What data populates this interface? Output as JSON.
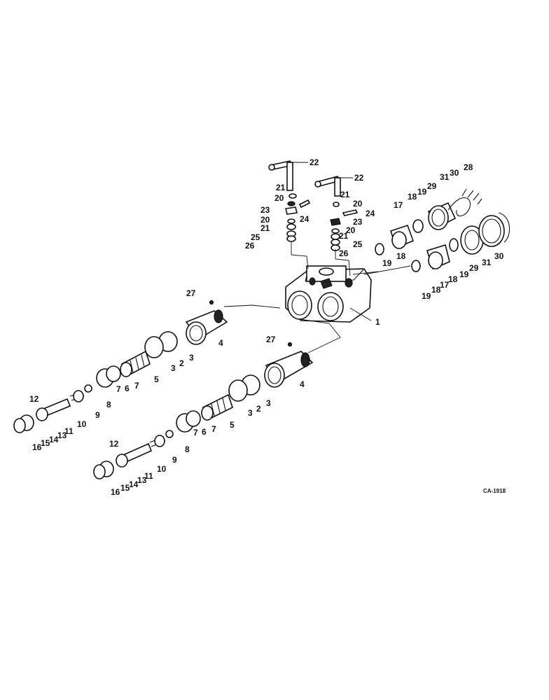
{
  "drawing_ref": "CA-1918",
  "labels": [
    {
      "id": "l1",
      "text": "1"
    },
    {
      "id": "l22a",
      "text": "22"
    },
    {
      "id": "l22b",
      "text": "22"
    },
    {
      "id": "l21a",
      "text": "21"
    },
    {
      "id": "l20a",
      "text": "20"
    },
    {
      "id": "l23a",
      "text": "23"
    },
    {
      "id": "l24a",
      "text": "24"
    },
    {
      "id": "l20b",
      "text": "20"
    },
    {
      "id": "l21b",
      "text": "21"
    },
    {
      "id": "l25a",
      "text": "25"
    },
    {
      "id": "l26a",
      "text": "26"
    },
    {
      "id": "l21c",
      "text": "21"
    },
    {
      "id": "l20c",
      "text": "20"
    },
    {
      "id": "l24b",
      "text": "24"
    },
    {
      "id": "l23b",
      "text": "23"
    },
    {
      "id": "l20d",
      "text": "20"
    },
    {
      "id": "l21d",
      "text": "21"
    },
    {
      "id": "l25b",
      "text": "25"
    },
    {
      "id": "l26b",
      "text": "26"
    },
    {
      "id": "l17a",
      "text": "17"
    },
    {
      "id": "l18a",
      "text": "18"
    },
    {
      "id": "l19a",
      "text": "19"
    },
    {
      "id": "l29a",
      "text": "29"
    },
    {
      "id": "l31a",
      "text": "31"
    },
    {
      "id": "l30a",
      "text": "30"
    },
    {
      "id": "l28",
      "text": "28"
    },
    {
      "id": "l19b",
      "text": "19"
    },
    {
      "id": "l18b",
      "text": "18"
    },
    {
      "id": "l19c",
      "text": "19"
    },
    {
      "id": "l18c",
      "text": "18"
    },
    {
      "id": "l17b",
      "text": "17"
    },
    {
      "id": "l18d",
      "text": "18"
    },
    {
      "id": "l19d",
      "text": "19"
    },
    {
      "id": "l29b",
      "text": "29"
    },
    {
      "id": "l31b",
      "text": "31"
    },
    {
      "id": "l30b",
      "text": "30"
    },
    {
      "id": "l27a",
      "text": "27"
    },
    {
      "id": "l27b",
      "text": "27"
    },
    {
      "id": "l4a",
      "text": "4"
    },
    {
      "id": "l4b",
      "text": "4"
    },
    {
      "id": "l3a",
      "text": "3"
    },
    {
      "id": "l2a",
      "text": "2"
    },
    {
      "id": "l3b",
      "text": "3"
    },
    {
      "id": "l5a",
      "text": "5"
    },
    {
      "id": "l7a",
      "text": "7"
    },
    {
      "id": "l6a",
      "text": "6"
    },
    {
      "id": "l7b",
      "text": "7"
    },
    {
      "id": "l8a",
      "text": "8"
    },
    {
      "id": "l9a",
      "text": "9"
    },
    {
      "id": "l10a",
      "text": "10"
    },
    {
      "id": "l12a",
      "text": "12"
    },
    {
      "id": "l11a",
      "text": "11"
    },
    {
      "id": "l13a",
      "text": "13"
    },
    {
      "id": "l14a",
      "text": "14"
    },
    {
      "id": "l15a",
      "text": "15"
    },
    {
      "id": "l16a",
      "text": "16"
    },
    {
      "id": "l3c",
      "text": "3"
    },
    {
      "id": "l2b",
      "text": "2"
    },
    {
      "id": "l3d",
      "text": "3"
    },
    {
      "id": "l5b",
      "text": "5"
    },
    {
      "id": "l7c",
      "text": "7"
    },
    {
      "id": "l6b",
      "text": "6"
    },
    {
      "id": "l7d",
      "text": "7"
    },
    {
      "id": "l8b",
      "text": "8"
    },
    {
      "id": "l9b",
      "text": "9"
    },
    {
      "id": "l10b",
      "text": "10"
    },
    {
      "id": "l12b",
      "text": "12"
    },
    {
      "id": "l11b",
      "text": "11"
    },
    {
      "id": "l13b",
      "text": "13"
    },
    {
      "id": "l14b",
      "text": "14"
    },
    {
      "id": "l15b",
      "text": "15"
    },
    {
      "id": "l16b",
      "text": "16"
    }
  ]
}
